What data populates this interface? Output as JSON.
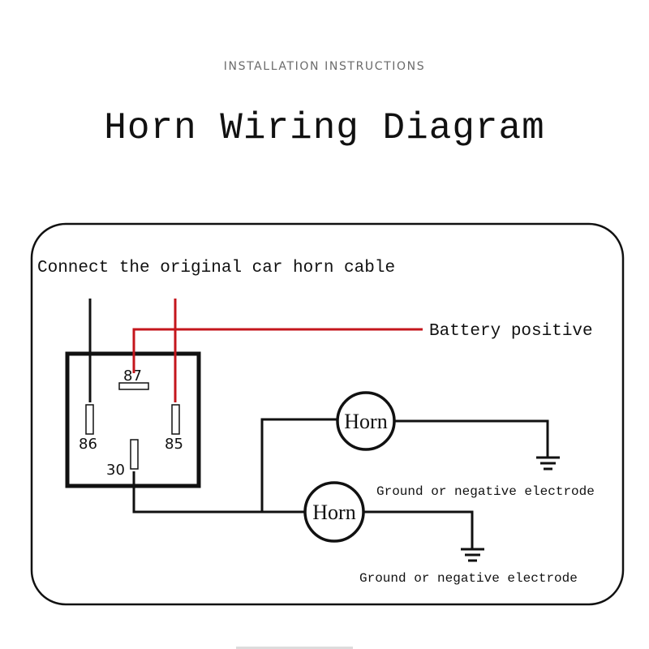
{
  "header": {
    "subtitle": "INSTALLATION INSTRUCTIONS",
    "title": "Horn Wiring Diagram"
  },
  "diagram": {
    "top_note": "Connect the original car horn cable",
    "battery_label": "Battery positive",
    "relay": {
      "pins": {
        "p87": "87",
        "p86": "86",
        "p85": "85",
        "p30": "30"
      }
    },
    "horns": [
      {
        "label": "Horn",
        "ground_label": "Ground or negative electrode"
      },
      {
        "label": "Horn",
        "ground_label": "Ground or negative electrode"
      }
    ],
    "colors": {
      "wire_black": "#111111",
      "wire_red": "#c4161c",
      "frame": "#111111"
    }
  }
}
